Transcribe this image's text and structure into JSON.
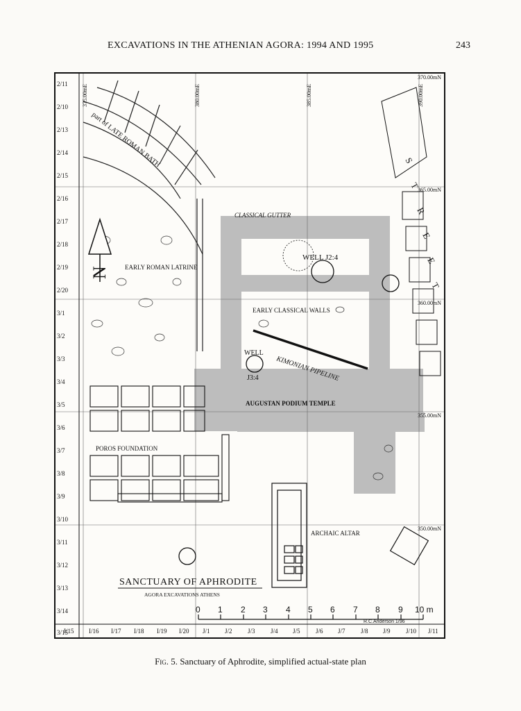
{
  "running_head": {
    "title": "EXCAVATIONS IN THE ATHENIAN AGORA: 1994 AND 1995",
    "page_number": "243"
  },
  "plan": {
    "row_labels": [
      "2/11",
      "2/10",
      "2/13",
      "2/14",
      "2/15",
      "2/16",
      "2/17",
      "2/18",
      "2/19",
      "2/20",
      "3/1",
      "3/2",
      "3/3",
      "3/4",
      "3/5",
      "3/6",
      "3/7",
      "3/8",
      "3/9",
      "3/10",
      "3/11",
      "3/12",
      "3/13",
      "3/14",
      "3/15"
    ],
    "column_labels": [
      "I/15",
      "I/16",
      "I/17",
      "I/18",
      "I/19",
      "I/20",
      "J/1",
      "J/2",
      "J/3",
      "J/4",
      "J/5",
      "J/6",
      "J/7",
      "J/8",
      "J/9",
      "J/10",
      "J/11"
    ],
    "easting_labels": [
      "375.00mE",
      "380.00mE",
      "385.00mE",
      "390.00mE"
    ],
    "northing_labels": [
      "370.00mN",
      "365.00mN",
      "360.00mN",
      "355.00mN",
      "350.00mN"
    ],
    "labels": {
      "late_roman_bath": "part of LATE ROMAN BATH",
      "classical_gutter": "CLASSICAL GUTTER",
      "well_j2": "WELL J2:4",
      "early_roman_latrine": "EARLY ROMAN LATRINE",
      "early_classical_walls": "EARLY CLASSICAL WALLS",
      "well_j3_name": "WELL",
      "well_j3_id": "J3:4",
      "kimonian_pipeline": "KIMONIAN PIPELINE",
      "augustan_temple": "AUGUSTAN PODIUM TEMPLE",
      "poros_foundation": "POROS FOUNDATION",
      "archaic_altar": "ARCHAIC ALTAR",
      "street_letters": [
        "S",
        "T",
        "R",
        "E",
        "E",
        "T"
      ]
    },
    "title_block": {
      "title": "SANCTUARY OF APHRODITE",
      "subtitle": "AGORA EXCAVATIONS ATHENS"
    },
    "scale_bar": {
      "ticks": [
        "0",
        "1",
        "2",
        "3",
        "4",
        "5",
        "6",
        "7",
        "8",
        "9",
        "10 m"
      ],
      "credit": "R.C.Anderson 1/96"
    },
    "north_arrow_letter": "N"
  },
  "caption": {
    "label": "Fig. 5.",
    "text": "Sanctuary of Aphrodite, simplified actual-state plan"
  }
}
